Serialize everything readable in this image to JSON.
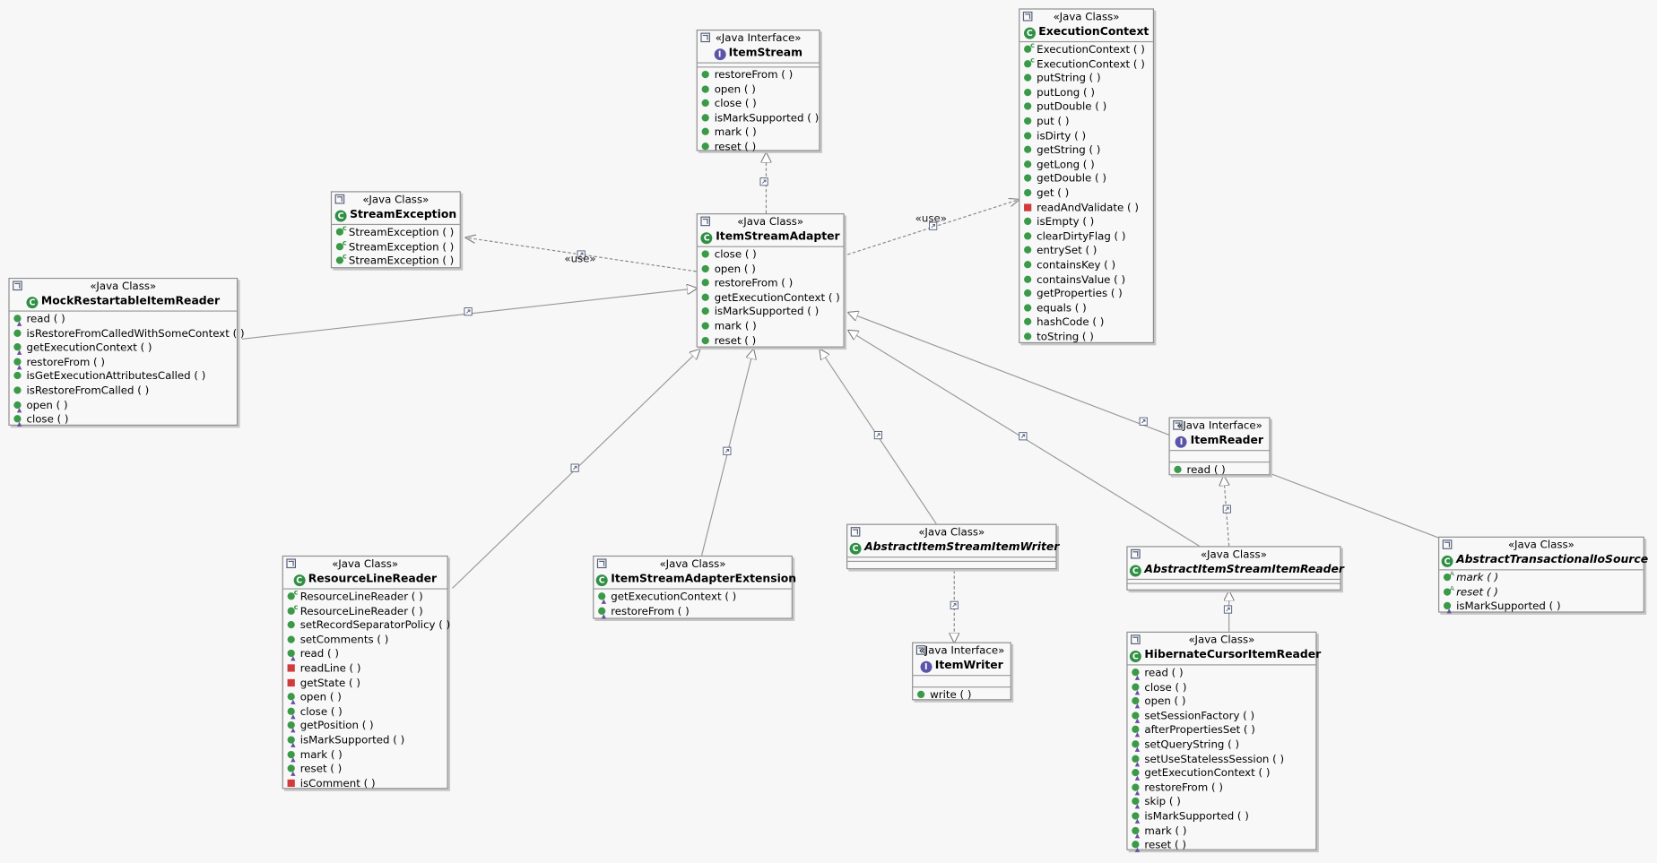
{
  "boxes": {
    "item_stream": {
      "stereotype": "«Java Interface»",
      "kind": "I",
      "name": "ItemStream",
      "ops": [
        "restoreFrom ( )",
        "open ( )",
        "close ( )",
        "isMarkSupported ( )",
        "mark ( )",
        "reset ( )"
      ]
    },
    "execution_context": {
      "stereotype": "«Java Class»",
      "kind": "C",
      "name": "ExecutionContext",
      "ops": [
        "ExecutionContext ( )",
        "ExecutionContext ( )",
        "putString ( )",
        "putLong ( )",
        "putDouble ( )",
        "put ( )",
        "isDirty ( )",
        "getString ( )",
        "getLong ( )",
        "getDouble ( )",
        "get ( )",
        "readAndValidate ( )",
        "isEmpty ( )",
        "clearDirtyFlag ( )",
        "entrySet ( )",
        "containsKey ( )",
        "containsValue ( )",
        "getProperties ( )",
        "equals ( )",
        "hashCode ( )",
        "toString ( )"
      ]
    },
    "stream_exception": {
      "stereotype": "«Java Class»",
      "kind": "C",
      "name": "StreamException",
      "ops": [
        "StreamException ( )",
        "StreamException ( )",
        "StreamException ( )"
      ]
    },
    "item_stream_adapter": {
      "stereotype": "«Java Class»",
      "kind": "C",
      "name": "ItemStreamAdapter",
      "ops": [
        "close ( )",
        "open ( )",
        "restoreFrom ( )",
        "getExecutionContext ( )",
        "isMarkSupported ( )",
        "mark ( )",
        "reset ( )"
      ]
    },
    "mock_reader": {
      "stereotype": "«Java Class»",
      "kind": "C",
      "name": "MockRestartableItemReader",
      "ops": [
        "read ( )",
        "isRestoreFromCalledWithSomeContext ( )",
        "getExecutionContext ( )",
        "restoreFrom ( )",
        "isGetExecutionAttributesCalled ( )",
        "isRestoreFromCalled ( )",
        "open ( )",
        "close ( )"
      ]
    },
    "item_reader": {
      "stereotype": "«Java Interface»",
      "kind": "I",
      "name": "ItemReader",
      "ops": [
        "read ( )"
      ]
    },
    "resource_line_reader": {
      "stereotype": "«Java Class»",
      "kind": "C",
      "name": "ResourceLineReader",
      "ops": [
        "ResourceLineReader ( )",
        "ResourceLineReader ( )",
        "setRecordSeparatorPolicy ( )",
        "setComments ( )",
        "read ( )",
        "readLine ( )",
        "getState ( )",
        "open ( )",
        "close ( )",
        "getPosition ( )",
        "isMarkSupported ( )",
        "mark ( )",
        "reset ( )",
        "isComment ( )"
      ]
    },
    "adapter_extension": {
      "stereotype": "«Java Class»",
      "kind": "C",
      "name": "ItemStreamAdapterExtension",
      "ops": [
        "getExecutionContext ( )",
        "restoreFrom ( )"
      ]
    },
    "abstract_writer": {
      "stereotype": "«Java Class»",
      "kind": "C",
      "name": "AbstractItemStreamItemWriter",
      "ops": []
    },
    "item_writer": {
      "stereotype": "«Java Interface»",
      "kind": "I",
      "name": "ItemWriter",
      "ops": [
        "write ( )"
      ]
    },
    "abstract_reader": {
      "stereotype": "«Java Class»",
      "kind": "C",
      "name": "AbstractItemStreamItemReader",
      "ops": []
    },
    "abstract_tx_source": {
      "stereotype": "«Java Class»",
      "kind": "C",
      "name": "AbstractTransactionalIoSource",
      "ops": [
        "mark ( )",
        "reset ( )",
        "isMarkSupported ( )"
      ]
    },
    "hibernate_reader": {
      "stereotype": "«Java Class»",
      "kind": "C",
      "name": "HibernateCursorItemReader",
      "ops": [
        "read ( )",
        "close ( )",
        "open ( )",
        "setSessionFactory ( )",
        "afterPropertiesSet ( )",
        "setQueryString ( )",
        "setUseStatelessSession ( )",
        "getExecutionContext ( )",
        "restoreFrom ( )",
        "skip ( )",
        "isMarkSupported ( )",
        "mark ( )",
        "reset ( )"
      ]
    }
  },
  "edge_labels": {
    "use_stream_exception": "«use»",
    "use_execution_context": "«use»"
  }
}
